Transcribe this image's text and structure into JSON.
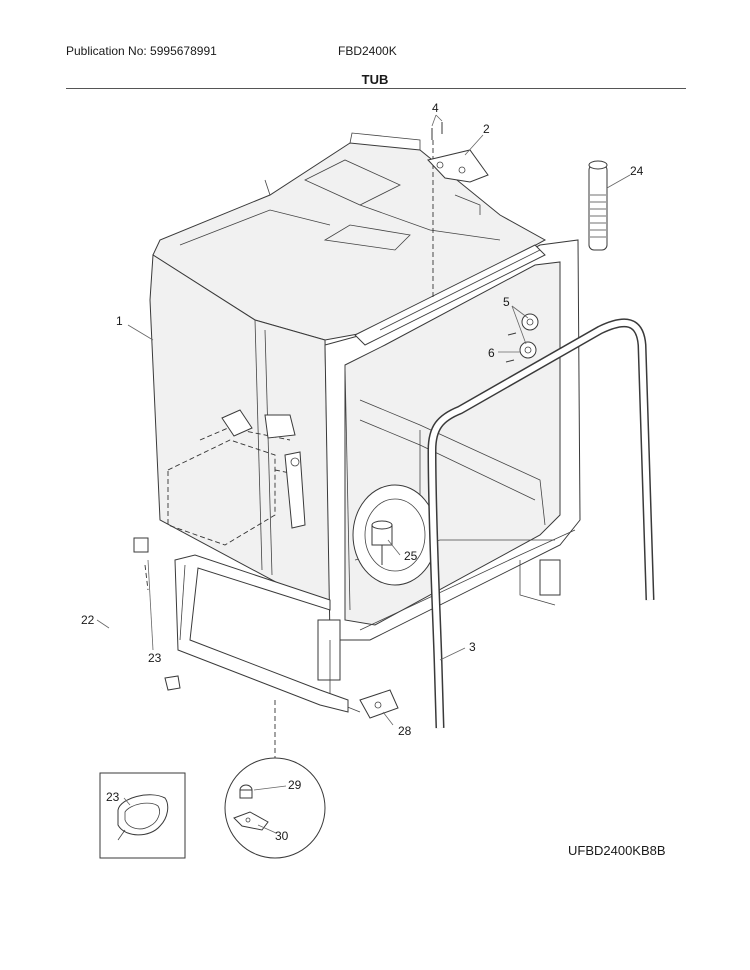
{
  "header": {
    "publication": "Publication No: 5995678991",
    "model": "FBD2400K",
    "section_title": "TUB"
  },
  "diagram_code": "UFBD2400KB8B",
  "callouts": [
    "1",
    "2",
    "3",
    "4",
    "5",
    "6",
    "22",
    "23",
    "24",
    "25",
    "28"
  ],
  "inset_callouts": [
    "23",
    "29",
    "30"
  ]
}
